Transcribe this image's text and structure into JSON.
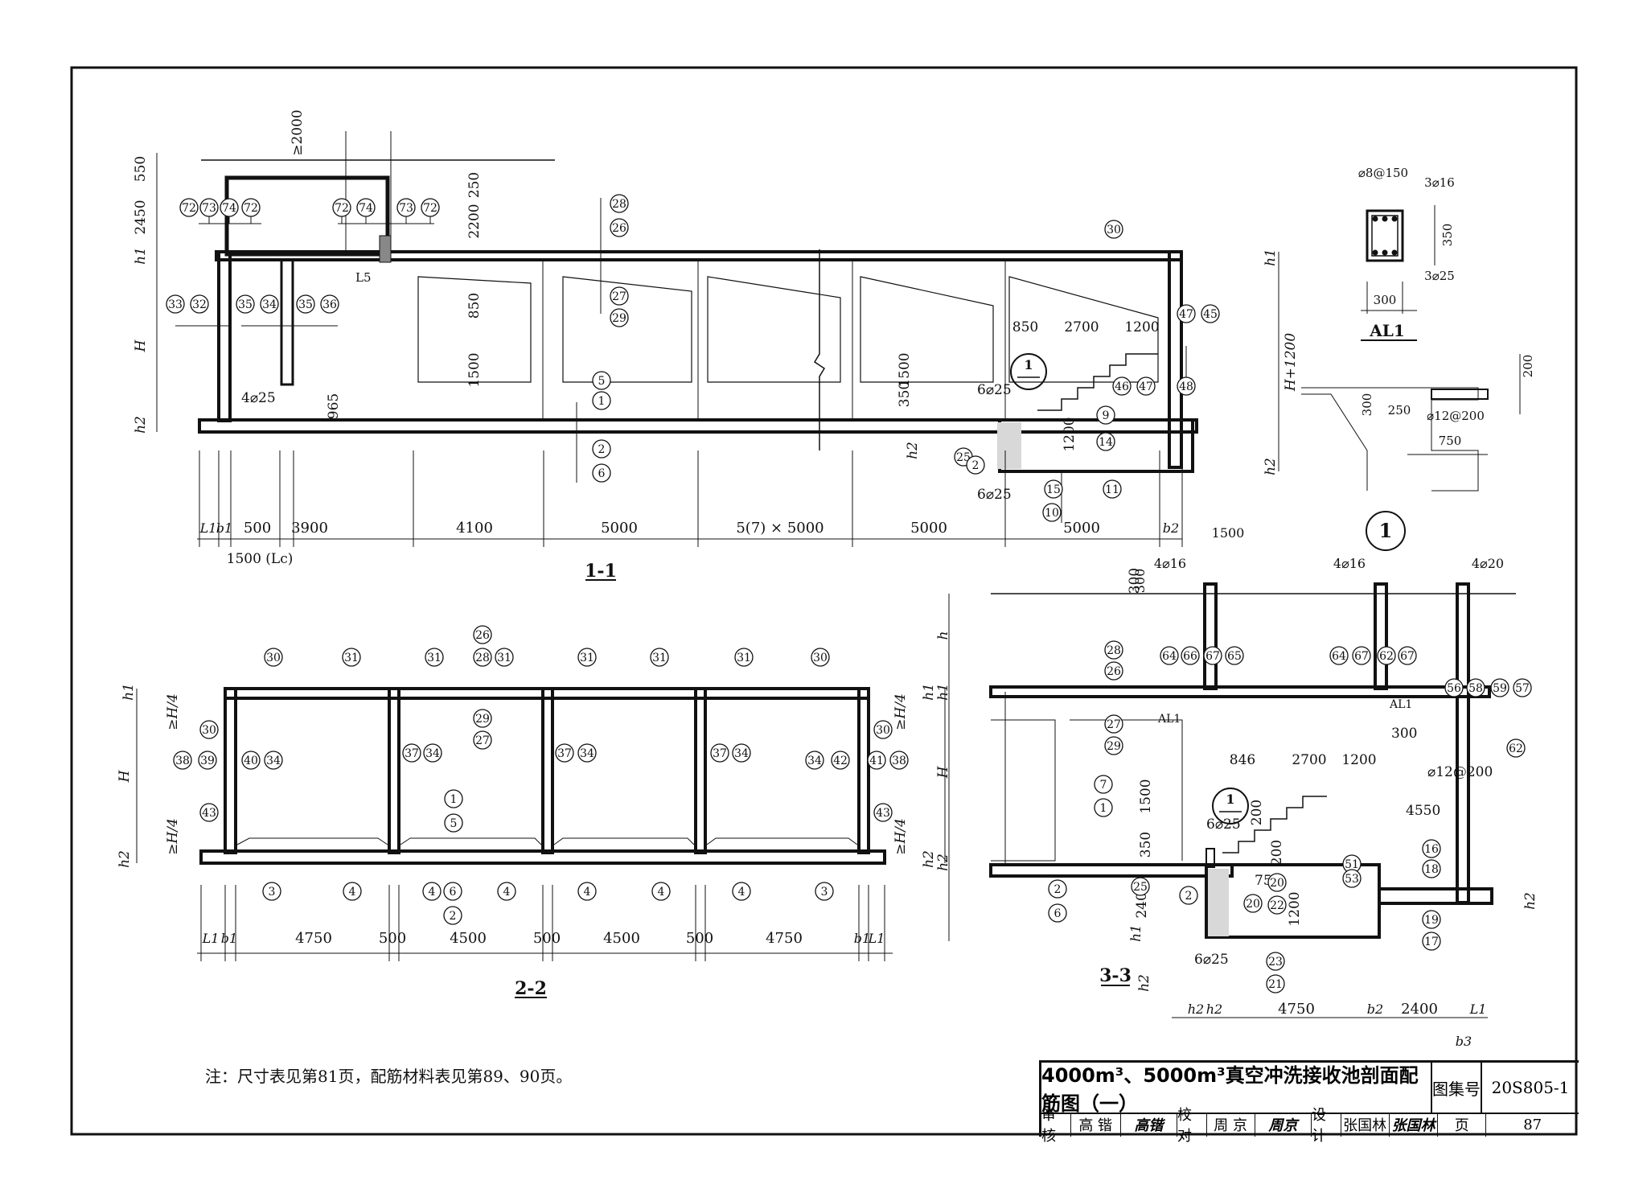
{
  "sections": {
    "s11": {
      "title": "1-1",
      "dims_bottom": [
        "L1",
        "b1",
        "500",
        "3900",
        "4100",
        "5000",
        "5(7) × 5000",
        "5000",
        "5000",
        "b2"
      ],
      "dim_lc": "1500 (Lc)",
      "dims_left": [
        "550",
        "2450",
        "h1",
        "H",
        "h2"
      ],
      "dims_vertical": [
        "≥2000",
        "250",
        "2200",
        "850",
        "1500",
        "1500",
        "350",
        "h2",
        "965",
        "1200"
      ],
      "dims_stair": [
        "850",
        "2700",
        "1200"
      ],
      "dim_right": "H+1200",
      "dim_right_h1": "h1",
      "dim_right_h2": "h2",
      "rebar": [
        "4⌀25",
        "6⌀25",
        "6⌀25"
      ],
      "label_l5": "L5",
      "callouts": [
        "72",
        "73",
        "74",
        "72",
        "72",
        "74",
        "73",
        "72",
        "28",
        "26",
        "27",
        "29",
        "30",
        "33",
        "32",
        "35",
        "34",
        "35",
        "36",
        "5",
        "1",
        "2",
        "6",
        "47",
        "45",
        "46",
        "47",
        "48",
        "9",
        "14",
        "25",
        "2",
        "15",
        "10",
        "11"
      ],
      "detail_mark": "1"
    },
    "al1": {
      "title": "AL1",
      "stirrup": "⌀8@150",
      "top_bars": "3⌀16",
      "bot_bars": "3⌀25",
      "height": "350",
      "width": "300"
    },
    "ledge": {
      "dims": [
        "200",
        "300",
        "250",
        "750"
      ],
      "bars": "⌀12@200"
    },
    "detail1": {
      "mark": "1",
      "dims": [
        "1500",
        "4⌀16",
        "4⌀16",
        "4⌀20",
        "300"
      ]
    },
    "s22": {
      "title": "2-2",
      "dims_bottom": [
        "L1",
        "b1",
        "4750",
        "500",
        "4500",
        "500",
        "4500",
        "500",
        "4750",
        "b1",
        "L1"
      ],
      "dims_left": [
        "h1",
        "≥H/4",
        "H",
        "≥H/4",
        "h2"
      ],
      "dims_right": [
        "h1",
        "≥H/4",
        "≥H/4",
        "h2"
      ],
      "callouts_top": [
        "30",
        "31",
        "31",
        "26",
        "28",
        "31",
        "31",
        "31",
        "31",
        "30"
      ],
      "callouts_mid": [
        "29",
        "27",
        "30",
        "30",
        "38",
        "39",
        "40",
        "34",
        "37",
        "34",
        "37",
        "34",
        "37",
        "34",
        "34",
        "42",
        "41",
        "38",
        "43",
        "43",
        "1",
        "5"
      ],
      "callouts_bottom": [
        "3",
        "4",
        "4",
        "6",
        "4",
        "4",
        "4",
        "4",
        "3",
        "2"
      ]
    },
    "s33": {
      "title": "3-3",
      "dims_left": [
        "300",
        "h",
        "h1",
        "H",
        "h2",
        "2400",
        "h1",
        "h2"
      ],
      "dims_bottom": [
        "h2",
        "h2",
        "4750",
        "b2",
        "2400",
        "L1",
        "b3"
      ],
      "dims_stair": [
        "846",
        "2700",
        "1200"
      ],
      "rebar": [
        "⌀12@200",
        "4550",
        "6⌀25",
        "6⌀25",
        "1500",
        "200",
        "350",
        "200",
        "750",
        "1200",
        "300",
        "h2"
      ],
      "labels": [
        "AL1",
        "AL1"
      ],
      "callouts": [
        "64",
        "66",
        "67",
        "65",
        "64",
        "67",
        "62",
        "67",
        "28",
        "26",
        "27",
        "29",
        "56",
        "58",
        "59",
        "57",
        "62",
        "7",
        "1",
        "2",
        "6",
        "25",
        "2",
        "20",
        "20",
        "22",
        "51",
        "53",
        "16",
        "18",
        "19",
        "17",
        "23",
        "21"
      ],
      "detail_mark": "1"
    }
  },
  "note": "注：尺寸表见第81页，配筋材料表见第89、90页。",
  "title_block": {
    "title": "4000m³、5000m³真空冲洗接收池剖面配筋图（一）",
    "atlas_label": "图集号",
    "atlas_no": "20S805-1",
    "review_label": "审核",
    "reviewer": "高 锴",
    "reviewer_sig": "高锴",
    "check_label": "校对",
    "checker": "周 京",
    "checker_sig": "周京",
    "design_label": "设计",
    "designer": "张国林",
    "designer_sig": "张国林",
    "page_label": "页",
    "page_no": "87"
  }
}
